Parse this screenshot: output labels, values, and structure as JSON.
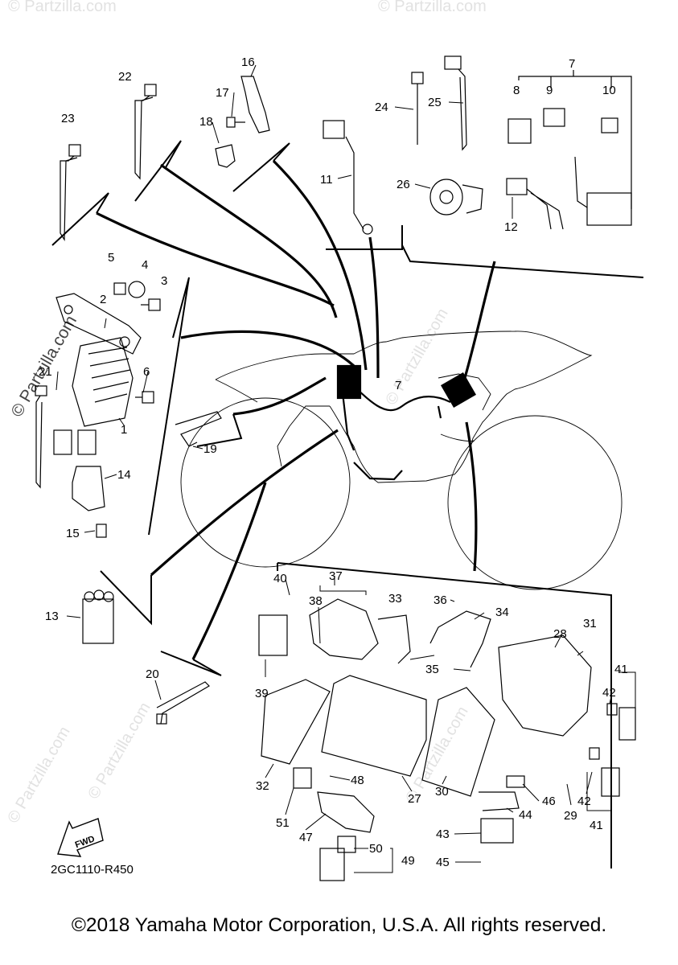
{
  "diagram_code": "2GC1110-R450",
  "copyright": "©2018 Yamaha Motor Corporation, U.S.A. All rights reserved.",
  "fwd_label": "FWD",
  "watermark": "© Partzilla.com",
  "labels": {
    "p1": "1",
    "p2": "2",
    "p3": "3",
    "p4": "4",
    "p5": "5",
    "p6": "6",
    "p7a": "7",
    "p7b": "7",
    "p8": "8",
    "p9": "9",
    "p10": "10",
    "p11": "11",
    "p12": "12",
    "p13": "13",
    "p14": "14",
    "p15": "15",
    "p16": "16",
    "p17": "17",
    "p18": "18",
    "p19": "19",
    "p20": "20",
    "p21": "21",
    "p22": "22",
    "p23": "23",
    "p24": "24",
    "p25": "25",
    "p26": "26",
    "p27": "27",
    "p28": "28",
    "p29": "29",
    "p30": "30",
    "p31": "31",
    "p32": "32",
    "p33": "33",
    "p34": "34",
    "p35": "35",
    "p36": "36",
    "p37": "37",
    "p38": "38",
    "p39": "39",
    "p40": "40",
    "p41a": "41",
    "p41b": "41",
    "p42a": "42",
    "p42b": "42",
    "p43": "43",
    "p44": "44",
    "p45": "45",
    "p46": "46",
    "p47": "47",
    "p48": "48",
    "p49": "49",
    "p50": "50",
    "p51": "51"
  }
}
